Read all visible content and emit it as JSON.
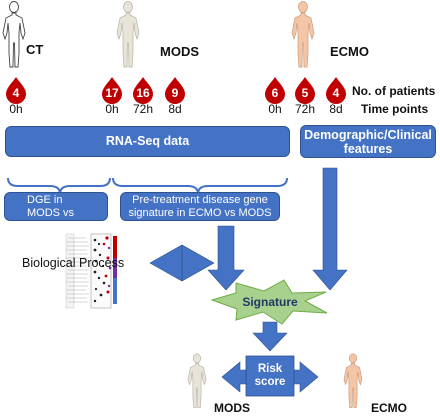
{
  "groups": [
    {
      "label": "CT",
      "patients": [
        4
      ],
      "times": [
        "0h"
      ]
    },
    {
      "label": "MODS",
      "patients": [
        17,
        16,
        9
      ],
      "times": [
        "0h",
        "72h",
        "8d"
      ]
    },
    {
      "label": "ECMO",
      "patients": [
        6,
        5,
        4
      ],
      "times": [
        "0h",
        "72h",
        "8d"
      ]
    }
  ],
  "legend": {
    "patients": "No. of patients",
    "timepoints": "Time points"
  },
  "boxes": {
    "rnaseq": "RNA-Seq data",
    "clinical": "Demographic/Clinical features",
    "dge": "DGE in MODS vs CT",
    "pretreatment": "Pre-treatment disease gene signature in ECMO vs MODS"
  },
  "bio_process": "Biological Process",
  "signature": "Signature",
  "risk_score": "Risk score",
  "bottom": {
    "mods": "MODS",
    "ecmo": "ECMO"
  },
  "colors": {
    "drop": "#c00000",
    "box": "#4472c4",
    "box_border": "#2f528f",
    "star": "#a9d18e",
    "star_border": "#70ad47",
    "figure_grey": "#e8e4da",
    "figure_skin": "#f4c6a6"
  }
}
